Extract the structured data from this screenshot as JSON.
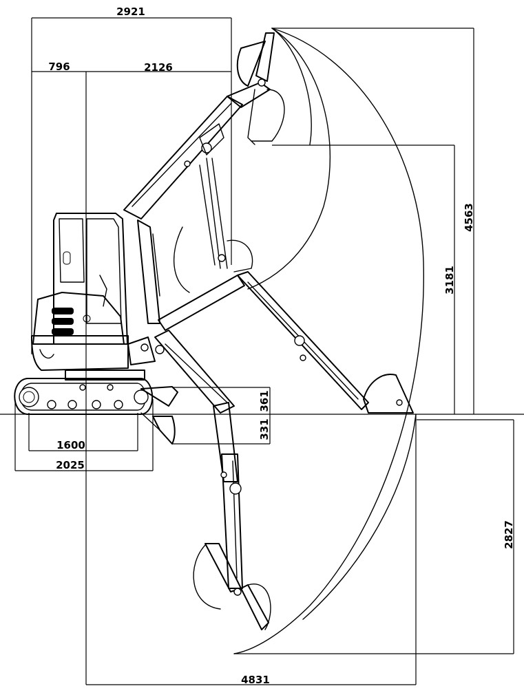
{
  "dimensions": {
    "overall_front_reach": "2921",
    "rear_swing": "796",
    "front_to_center": "2126",
    "track_length": "1600",
    "undercarriage_length": "2025",
    "dozer_lift": "361",
    "dozer_drop": "331",
    "max_dump_height": "3181",
    "max_dig_height": "4563",
    "max_dig_depth": "2827",
    "max_reach": "4831"
  }
}
